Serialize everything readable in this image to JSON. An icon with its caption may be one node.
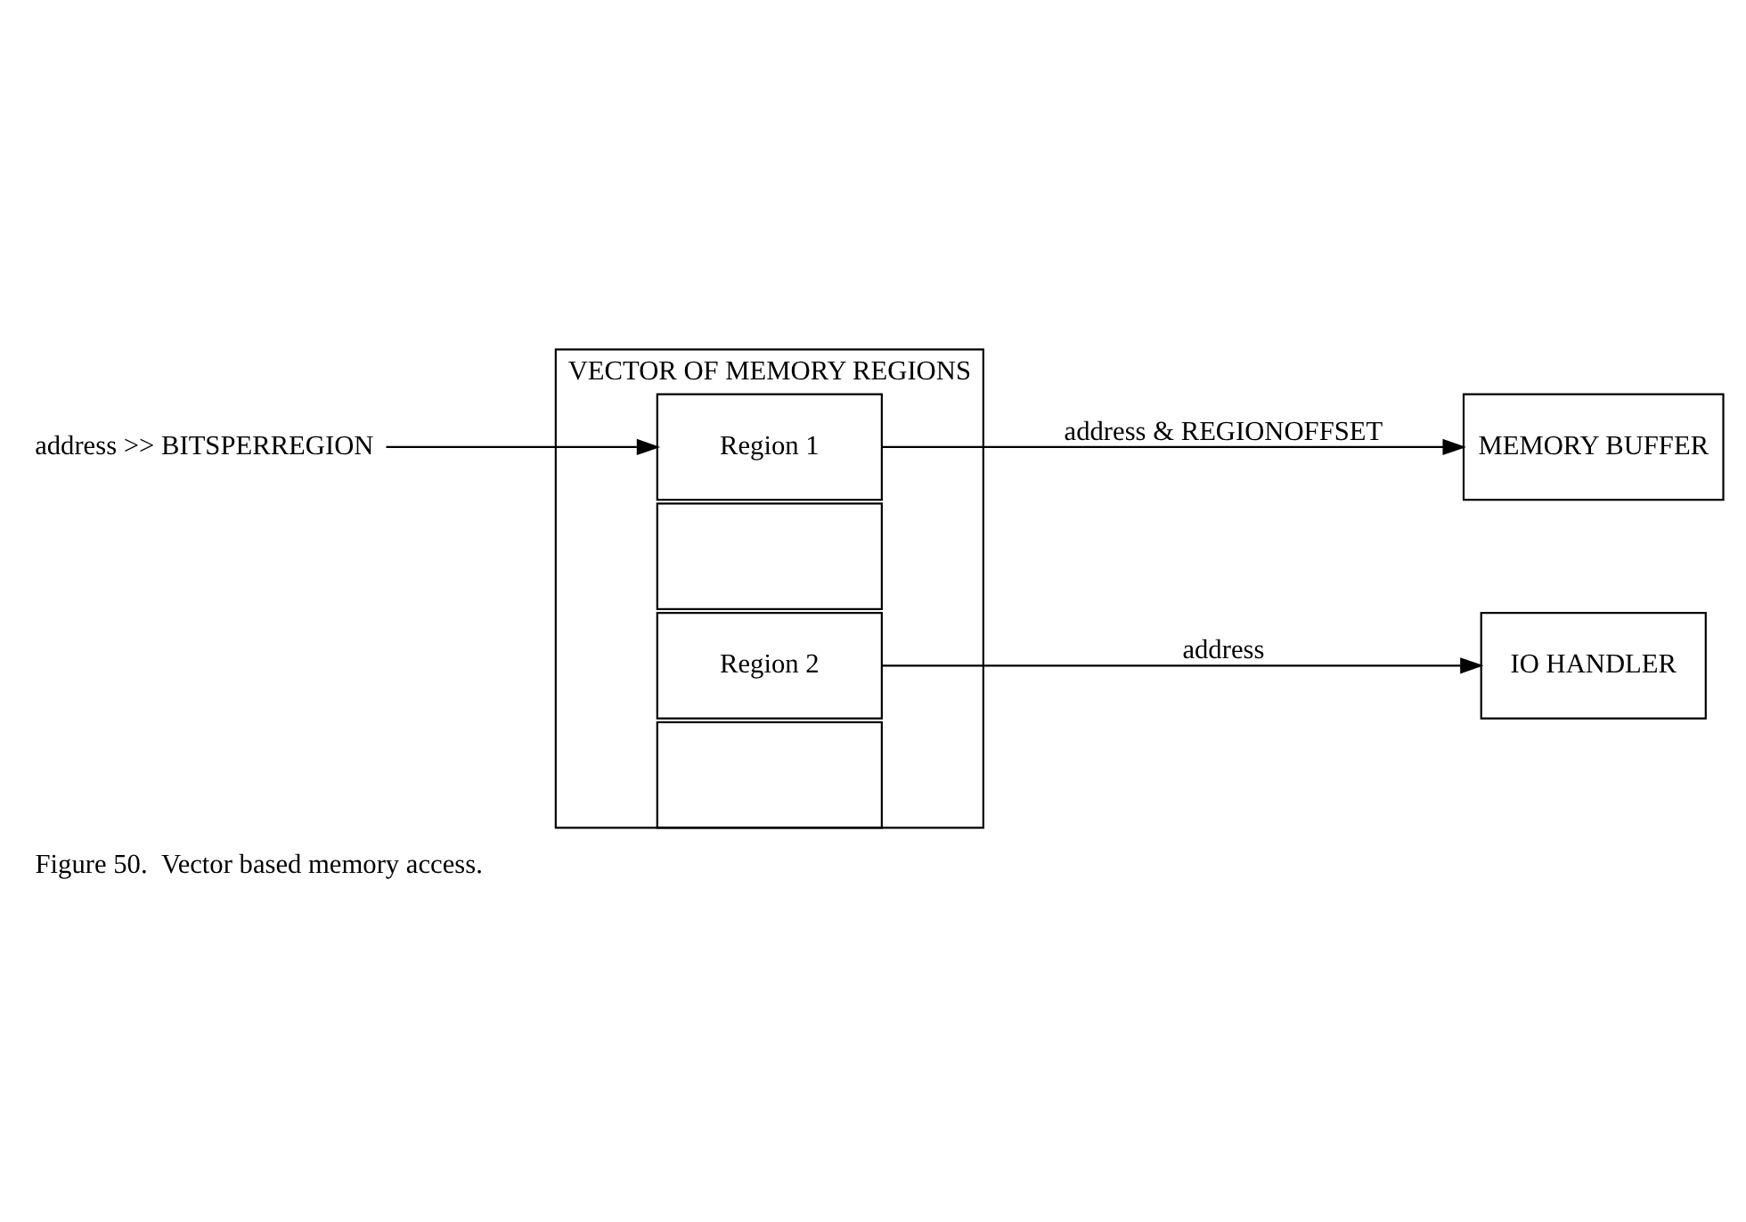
{
  "diagram": {
    "caption": "Figure 50.  Vector based memory access.",
    "nodes": [
      {
        "text": [
          "VECTOR OF MEMORY REGIONS"
        ]
      },
      {
        "text": [
          "Region 1"
        ],
        "in": 0
      },
      {
        "text": [],
        "shape": "box",
        "in": 0
      },
      {
        "text": [
          "Region 2"
        ],
        "in": 0
      },
      {
        "text": [],
        "shape": "box",
        "in": 0
      },
      {
        "text": [
          "MEMORY BUFFER"
        ]
      },
      {
        "text": [
          "IO HANDLER"
        ]
      },
      {
        "text": [
          "address >> BITSPERREGION"
        ]
      }
    ],
    "edges": [
      {
        "from": 7,
        "to": 1,
        "arrow": "to"
      },
      {
        "from": 1,
        "to": 5,
        "arrow": "to",
        "label": "address & REGIONOFFSET"
      },
      {
        "from": 3,
        "to": 6,
        "arrow": "to",
        "label": "address"
      }
    ]
  }
}
